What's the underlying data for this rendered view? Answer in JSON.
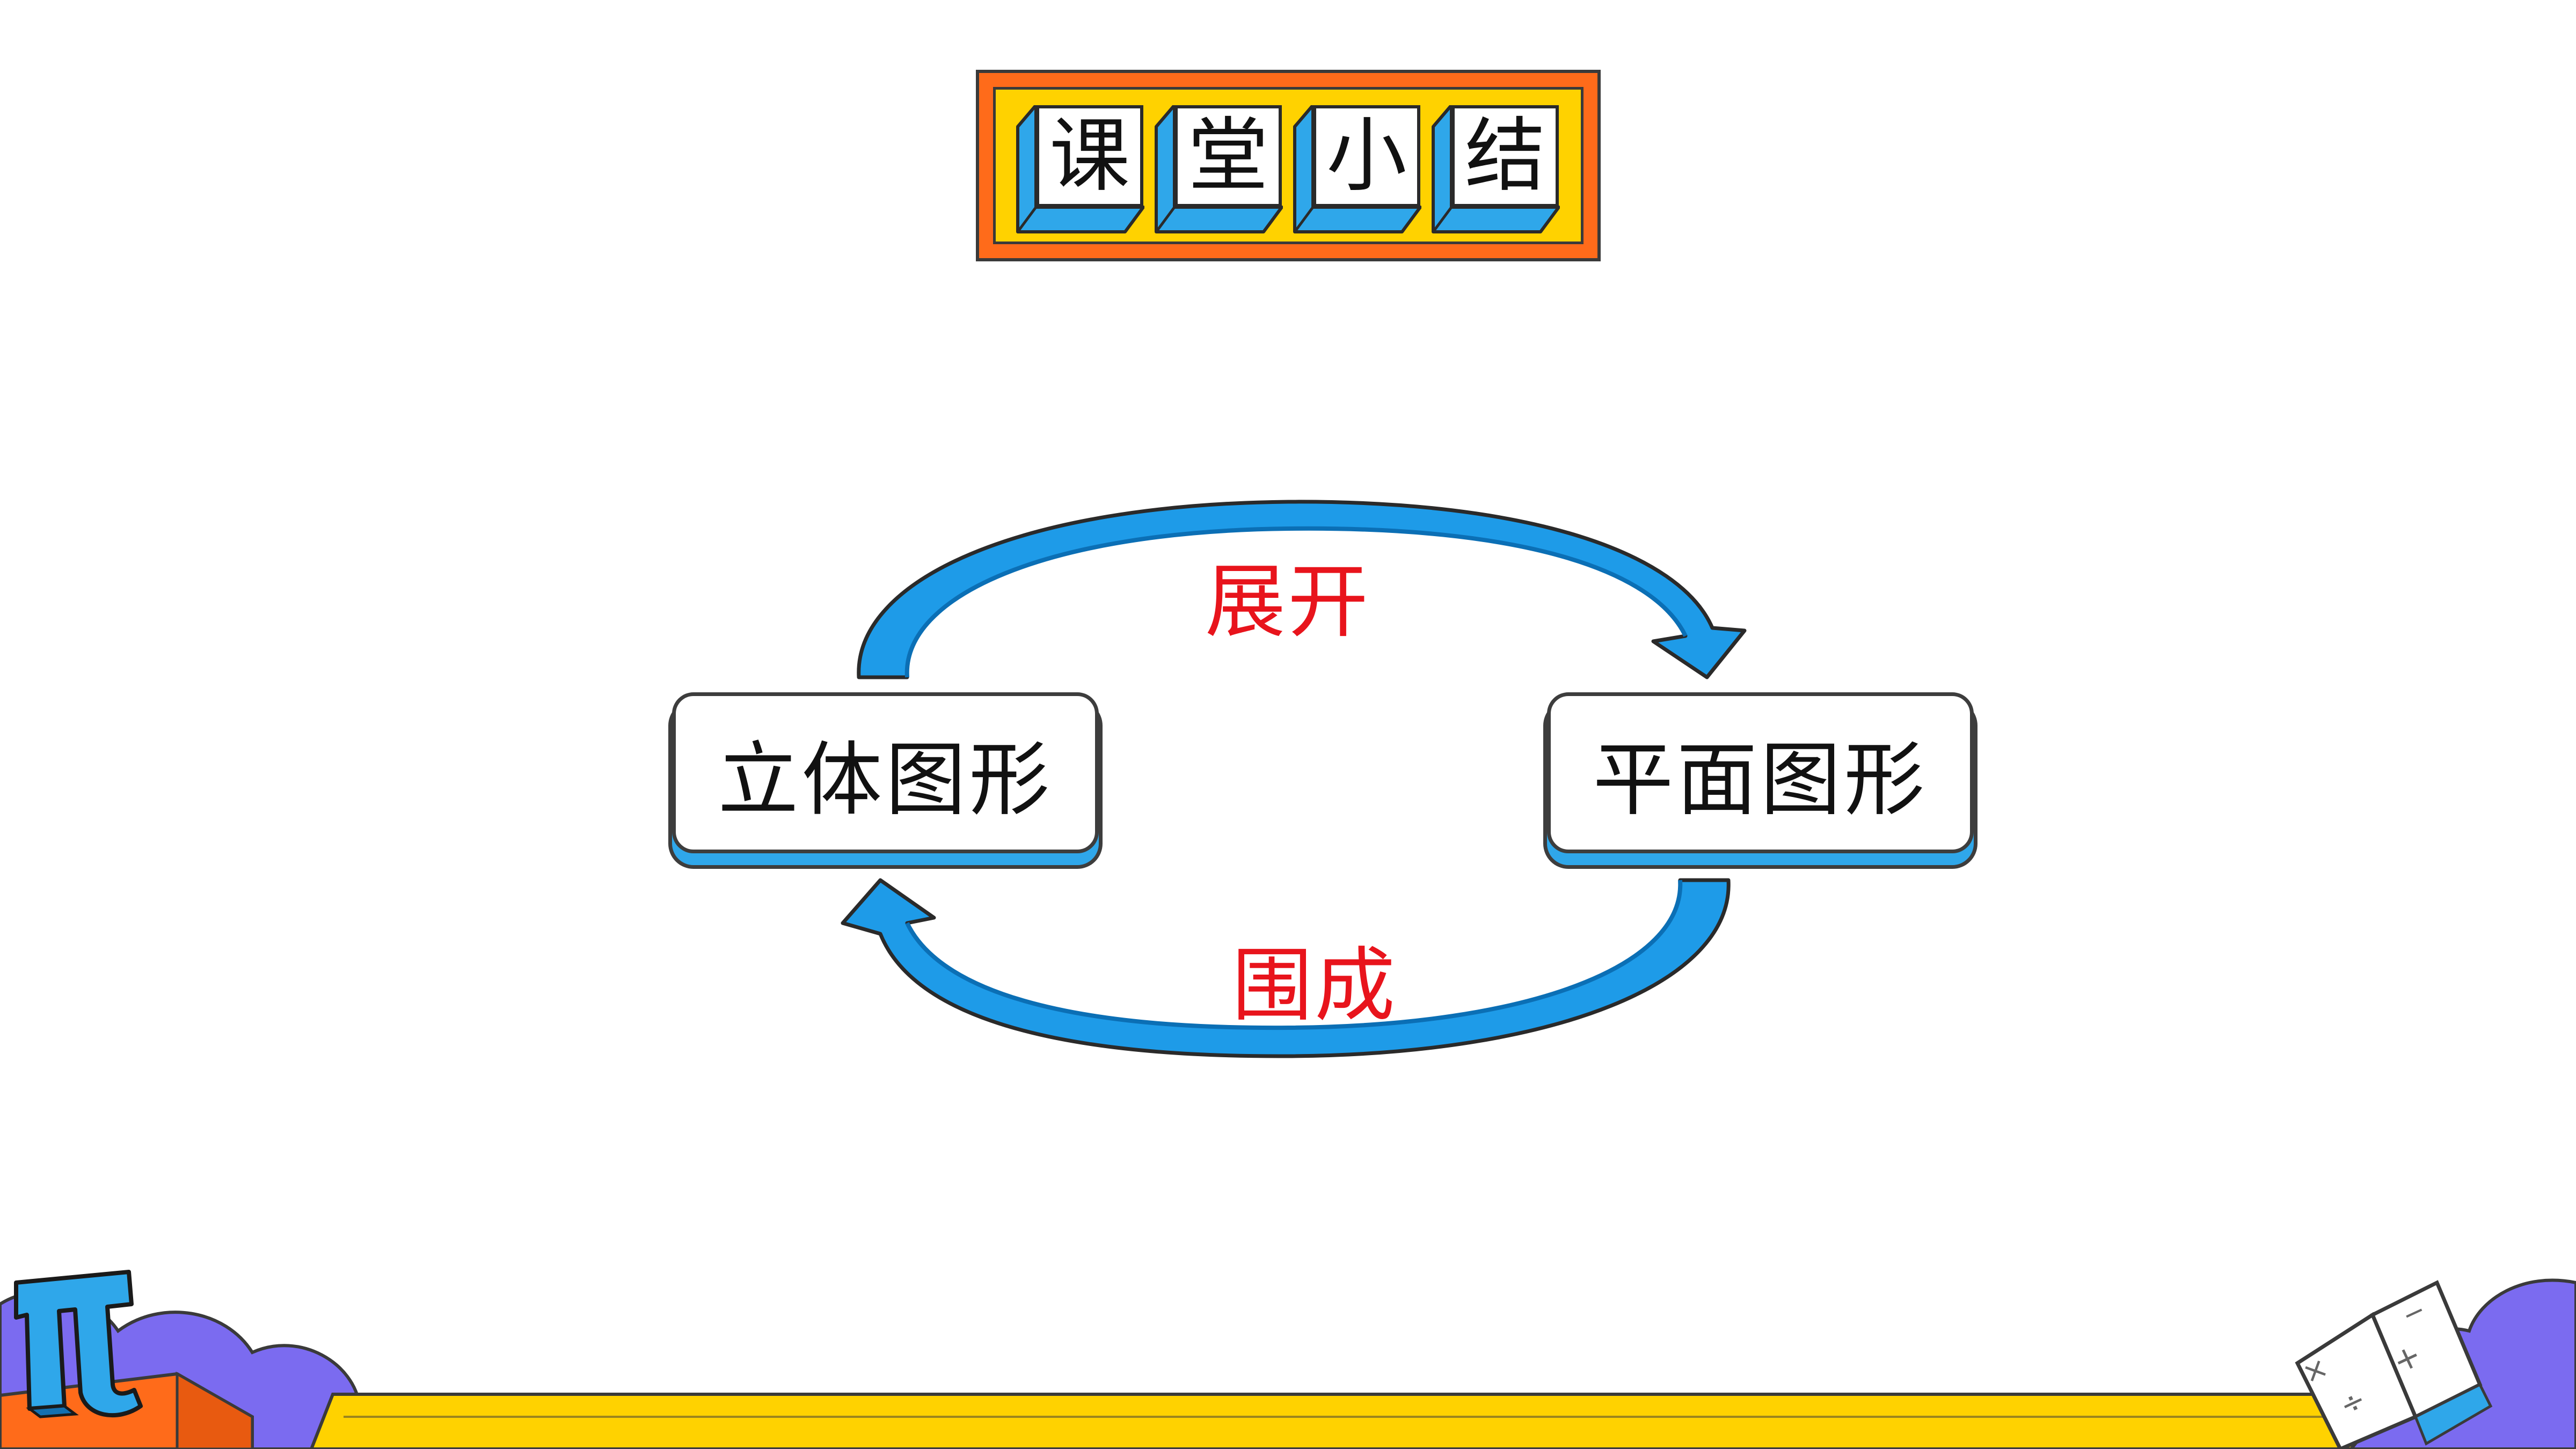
{
  "title": {
    "chars": [
      "课",
      "堂",
      "小",
      "结"
    ]
  },
  "diagram": {
    "left_node": "立体图形",
    "right_node": "平面图形",
    "top_arrow_label": "展开",
    "bottom_arrow_label": "围成"
  },
  "colors": {
    "banner_outer": "#ff6b1a",
    "banner_inner": "#ffd200",
    "arrow_blue": "#1e9be8",
    "label_red": "#e8141c",
    "decor_purple": "#7b6bf0",
    "decor_yellow": "#ffd200"
  },
  "icons": [
    "pi-symbol-icon",
    "math-book-icon"
  ]
}
